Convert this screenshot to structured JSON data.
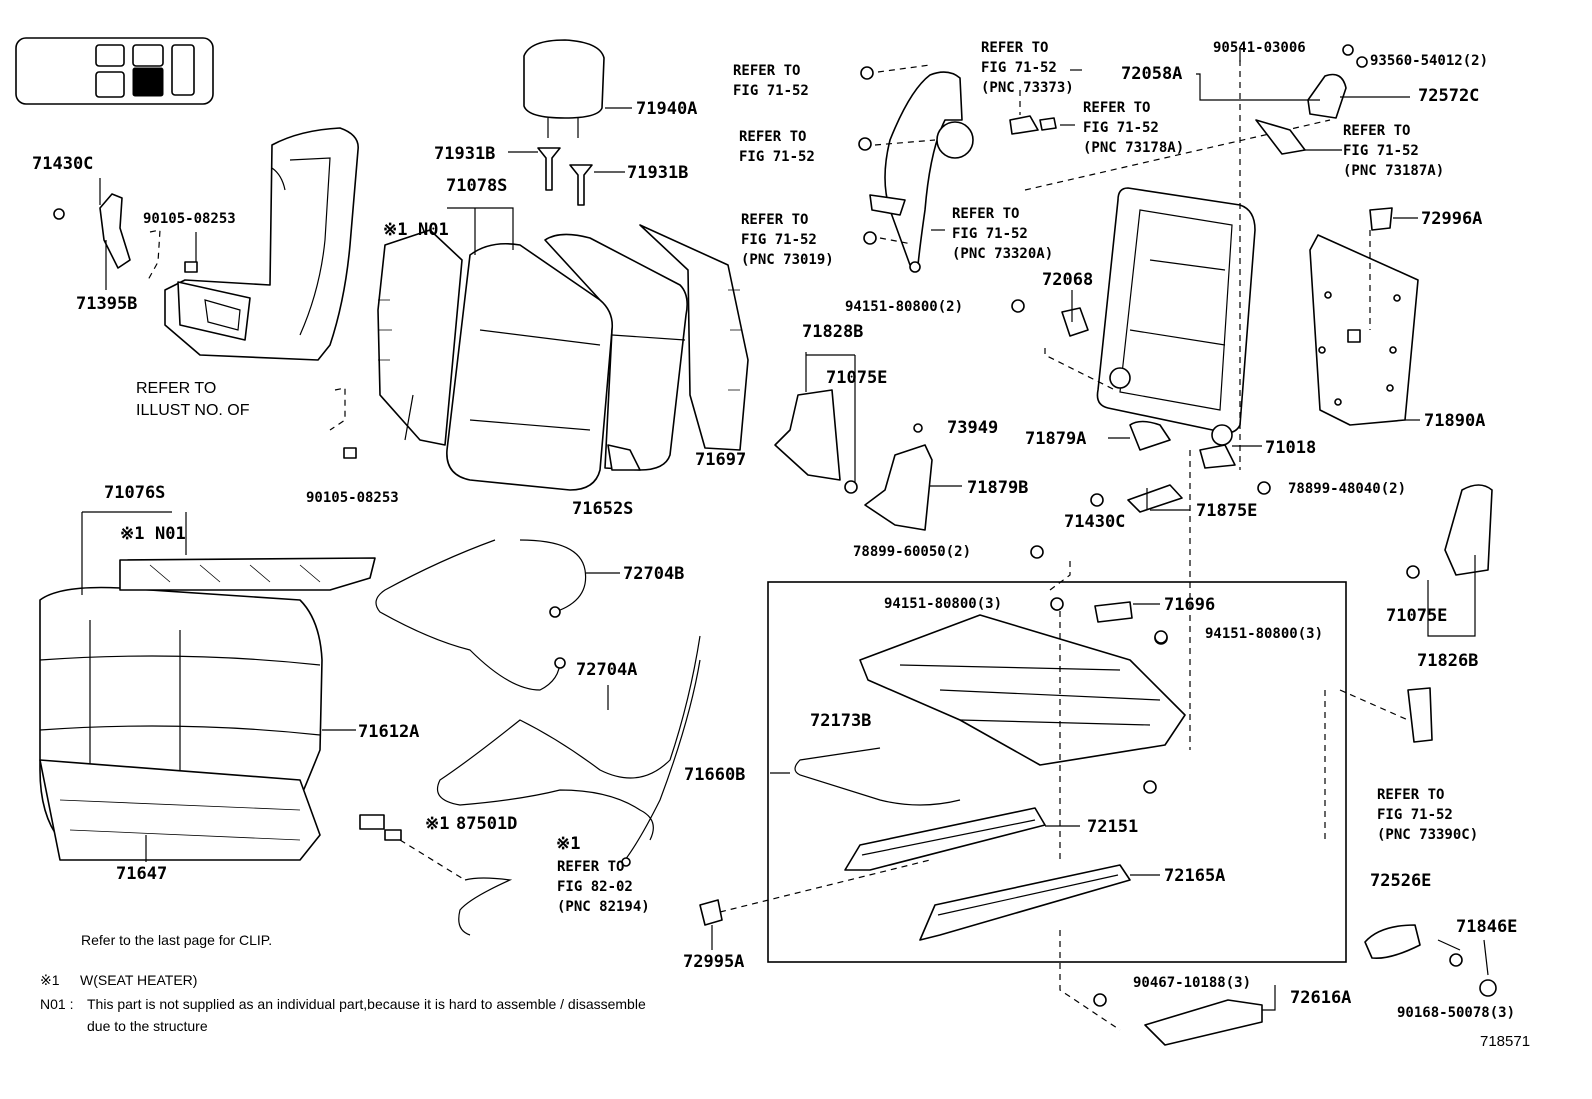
{
  "diagram_id": "718571",
  "parts": {
    "p71430C_top": "71430C",
    "p90105_top": "90105-08253",
    "p71395B": "71395B",
    "p90105_bot": "90105-08253",
    "p71931B_left": "71931B",
    "p71931B_right": "71931B",
    "p71940A": "71940A",
    "p71078S": "71078S",
    "p71652S": "71652S",
    "p71697": "71697",
    "p71076S": "71076S",
    "p71612A": "71612A",
    "p71647": "71647",
    "p72704B": "72704B",
    "p72704A": "72704A",
    "p87501D": "87501D",
    "p72995A": "72995A",
    "p71828B": "71828B",
    "p71075E_mid": "71075E",
    "p73949": "73949",
    "p71879B": "71879B",
    "p72068": "72068",
    "p94151_top": "94151-80800(2)",
    "p71879A": "71879A",
    "p71018": "71018",
    "p71430C_mid": "71430C",
    "p71875E": "71875E",
    "p78899_48040": "78899-48040(2)",
    "p78899_60050": "78899-60050(2)",
    "p94151_a": "94151-80800(3)",
    "p71696": "71696",
    "p94151_b": "94151-80800(3)",
    "p72173B": "72173B",
    "p71660B": "71660B",
    "p72151": "72151",
    "p72165A": "72165A",
    "p90467": "90467-10188(3)",
    "p72616A": "72616A",
    "p72058A": "72058A",
    "p90541": "90541-03006",
    "p93560": "93560-54012(2)",
    "p72572C": "72572C",
    "p72996A": "72996A",
    "p71890A": "71890A",
    "p71075E_right": "71075E",
    "p71826B": "71826B",
    "p72526E": "72526E",
    "p71846E": "71846E",
    "p90168": "90168-50078(3)"
  },
  "markers": {
    "x1": "※1",
    "n01": "N01"
  },
  "refs": {
    "r_top_left_1": "REFER TO",
    "r_top_left_2": "FIG 71-52",
    "r_mid_1": "REFER TO",
    "r_mid_2": "FIG 71-52",
    "r_bolt_1": "REFER TO",
    "r_bolt_2": "FIG 71-52",
    "r_bolt_3": "(PNC 73019)",
    "r_top_c_1": "REFER TO",
    "r_top_c_2": "FIG 71-52",
    "r_top_c_3": "(PNC 73373)",
    "r_178_1": "REFER TO",
    "r_178_2": "FIG 71-52",
    "r_178_3": "(PNC 73178A)",
    "r_320_1": "REFER TO",
    "r_320_2": "FIG 71-52",
    "r_320_3": "(PNC 73320A)",
    "r_187_1": "REFER TO",
    "r_187_2": "FIG 71-52",
    "r_187_3": "(PNC 73187A)",
    "r_390_1": "REFER TO",
    "r_390_2": "FIG 71-52",
    "r_390_3": "(PNC 73390C)",
    "r_82_1": "REFER TO",
    "r_82_2": "FIG 82-02",
    "r_82_3": "(PNC 82194)",
    "r_illust_1": "REFER TO",
    "r_illust_2": "ILLUST NO. OF"
  },
  "notes": {
    "clip": "Refer to the last page for CLIP.",
    "legend_mark": "※1",
    "legend_text": "W(SEAT HEATER)",
    "n01_label": "N01 :",
    "n01_line1": "This part is not supplied as an individual part,because it is hard to assemble / disassemble",
    "n01_line2": "due to the structure"
  }
}
